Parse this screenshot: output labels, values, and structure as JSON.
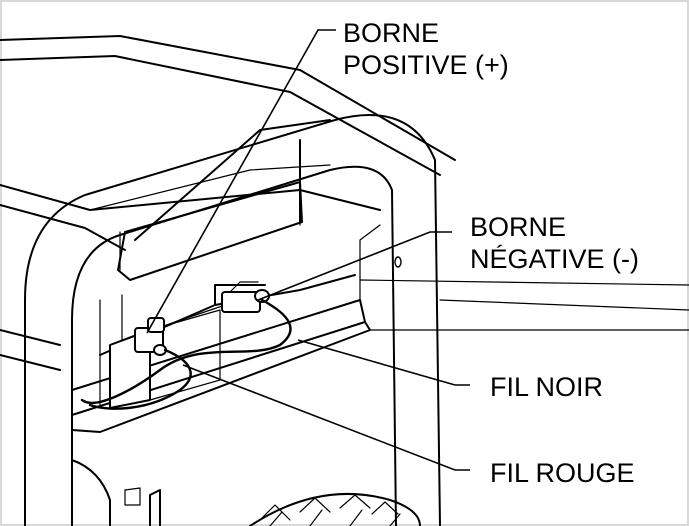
{
  "labels": {
    "positive_terminal": [
      "BORNE",
      "POSITIVE (+)"
    ],
    "negative_terminal": [
      "BORNE",
      "NÉGATIVE (-)"
    ],
    "black_wire": "FIL NOIR",
    "red_wire": "FIL ROUGE"
  },
  "colors": {
    "line": "#000000",
    "background": "#ffffff",
    "frame": "#d8d8d8"
  }
}
